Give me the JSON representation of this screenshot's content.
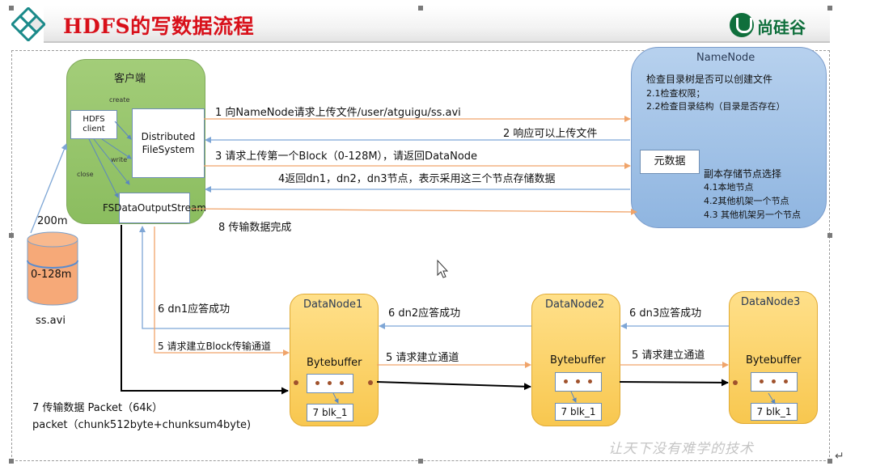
{
  "title": "HDFS的写数据流程",
  "brand": "尚硅谷",
  "client": {
    "title": "客户端",
    "hdfs_client": "HDFS client",
    "dfs": "Distributed FileSystem",
    "fsdos": "FSDataOutputStream",
    "create": "create",
    "write": "write",
    "close": "close"
  },
  "file": {
    "size": "200m",
    "block": "0-128m",
    "name": "ss.avi"
  },
  "namenode": {
    "title": "NameNode",
    "check_title": "检查目录树是否可以创建文件",
    "check_1": "2.1检查权限；",
    "check_2": "2.2检查目录结构（目录是否存在）",
    "metadata": "元数据",
    "replica_title": "副本存储节点选择",
    "replica_1": "4.1本地节点",
    "replica_2": "4.2其他机架一个节点",
    "replica_3": "4.3 其他机架另一个节点"
  },
  "steps": {
    "s1": "1 向NameNode请求上传文件/user/atguigu/ss.avi",
    "s2": "2 响应可以上传文件",
    "s3": "3 请求上传第一个Block（0-128M），请返回DataNode",
    "s4": "4返回dn1，dn2，dn3节点，表示采用这三个节点存储数据",
    "s8": "8 传输数据完成",
    "s6_dn1": "6 dn1应答成功",
    "s5_block": "5 请求建立Block传输通道",
    "s6_dn2": "6 dn2应答成功",
    "s6_dn3": "6 dn3应答成功",
    "s5_a": "5 请求建立通道",
    "s5_b": "5 请求建立通道",
    "s7_line1": "7 传输数据 Packet（64k）",
    "s7_line2": "packet（chunk512byte+chunksum4byte)"
  },
  "datanodes": [
    {
      "title": "DataNode1",
      "buffer": "Bytebuffer",
      "block": "7 blk_1"
    },
    {
      "title": "DataNode2",
      "buffer": "Bytebuffer",
      "block": "7 blk_1"
    },
    {
      "title": "DataNode3",
      "buffer": "Bytebuffer",
      "block": "7 blk_1"
    }
  ],
  "watermark": "让天下没有难学的技术",
  "colors": {
    "title_red": "#d8101a",
    "orange_arrow": "#f0a46a",
    "blue_arrow": "#7ea6d6",
    "brand_green": "#0f6f3c"
  }
}
